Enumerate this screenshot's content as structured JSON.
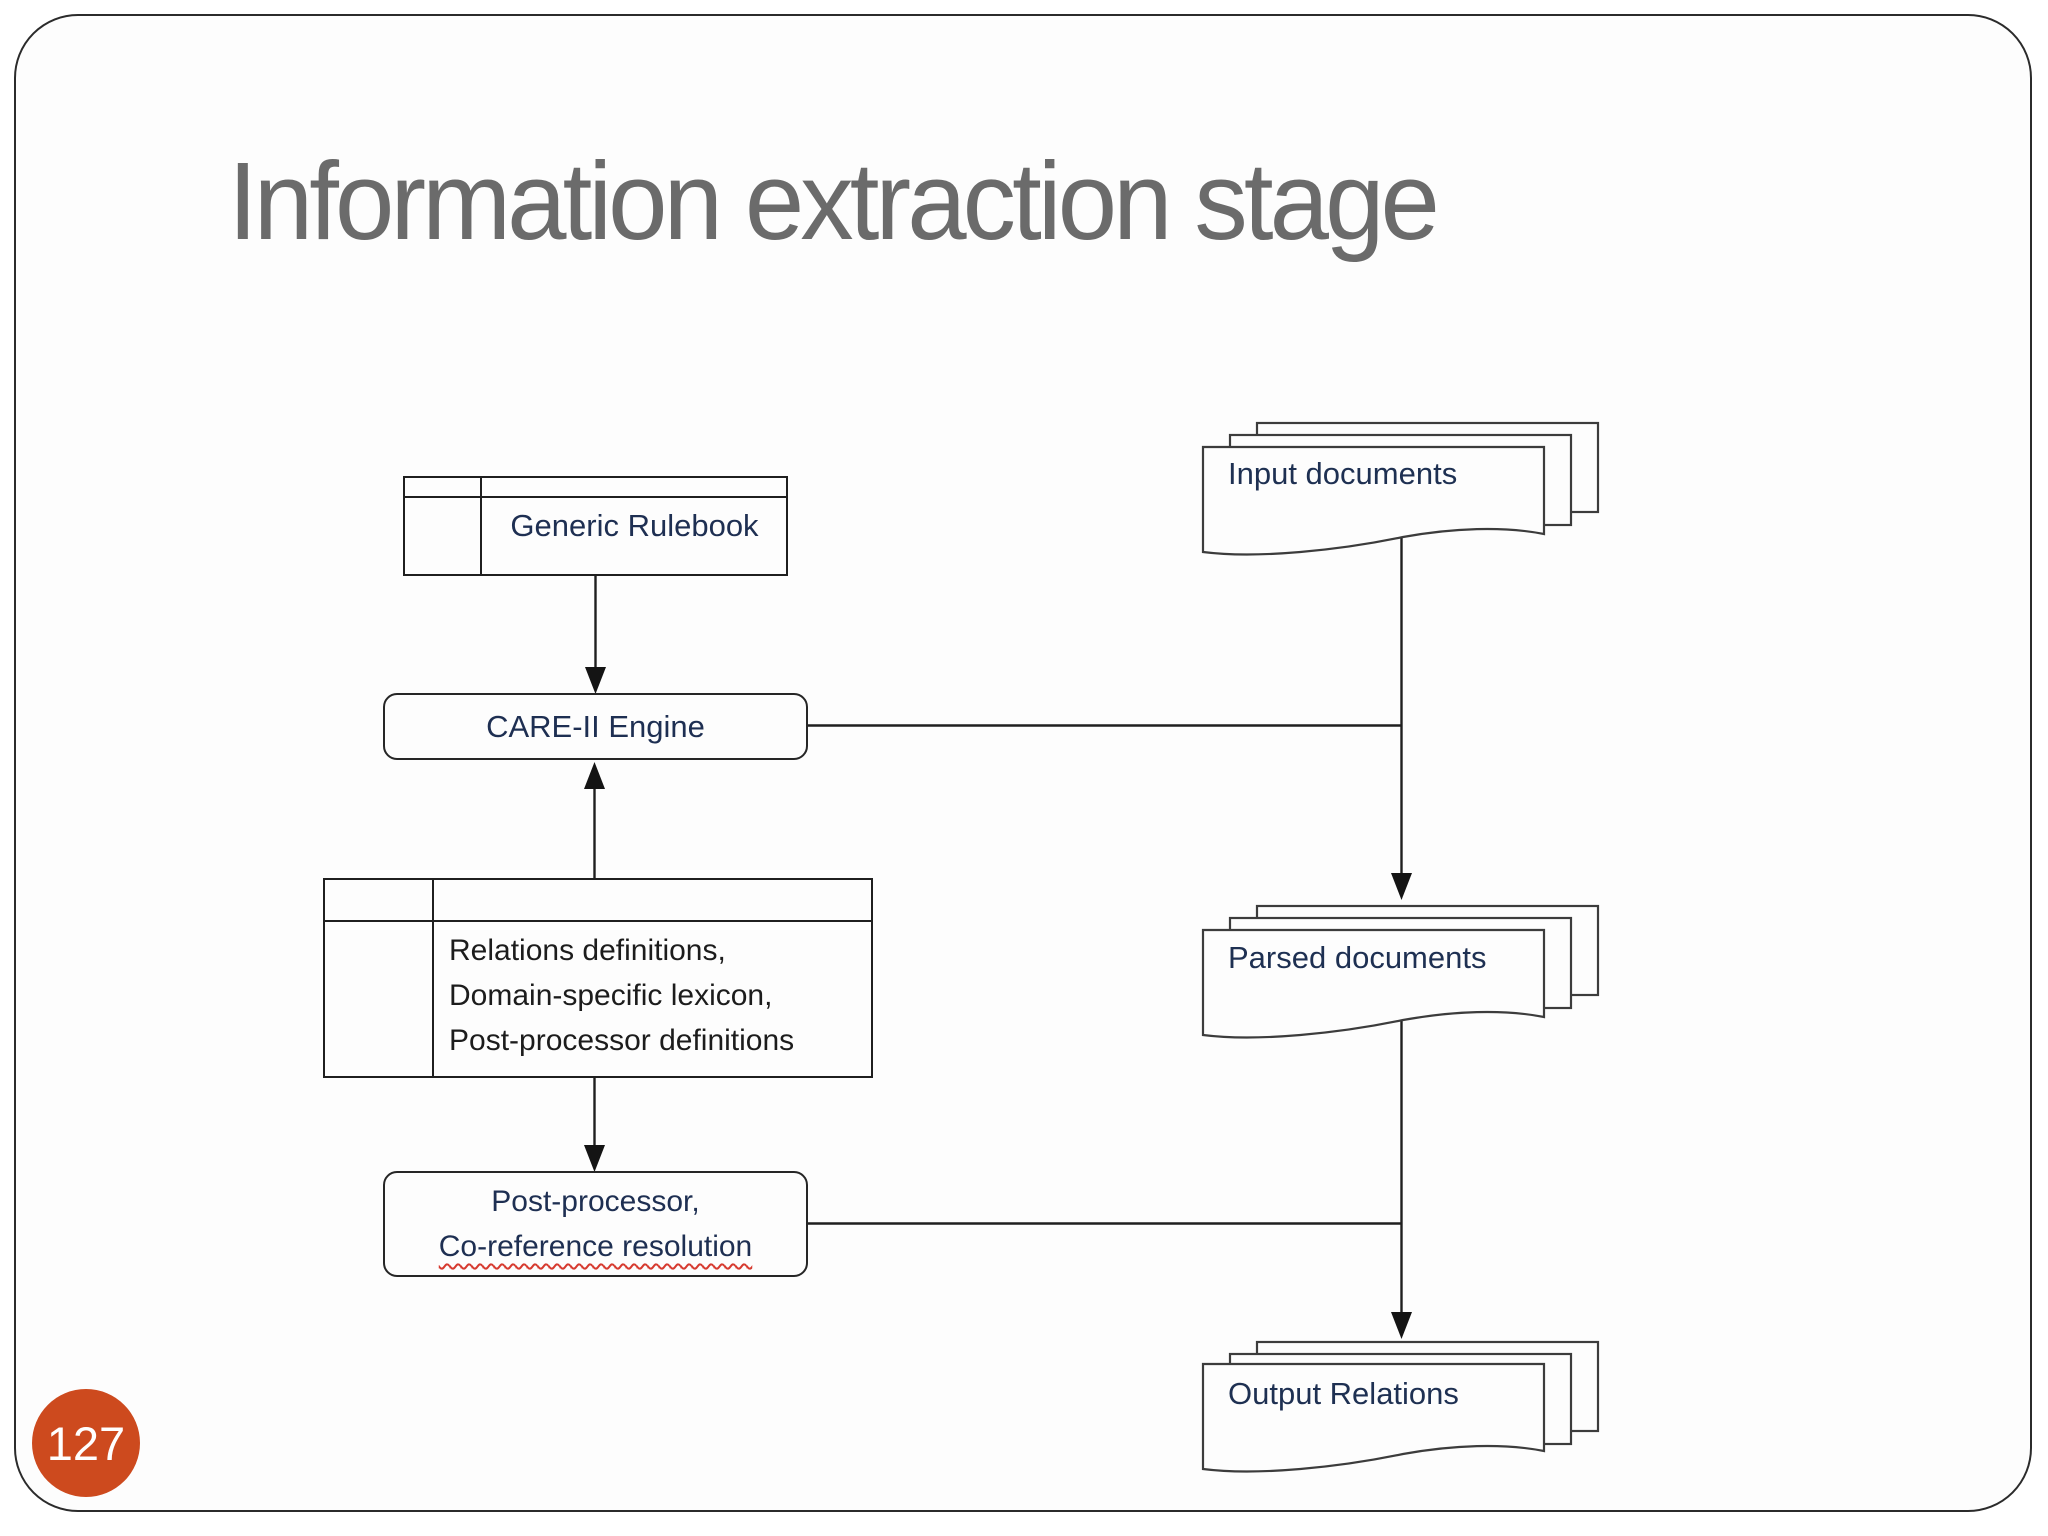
{
  "slide": {
    "title": "Information extraction stage",
    "page_number": "127",
    "colors": {
      "title_gray": "#6b6b6b",
      "page_badge_orange": "#cd4a1e",
      "diagram_text_navy": "#1e3052",
      "line_black": "#1f1f1f"
    }
  },
  "diagram": {
    "rulebook": {
      "label": "Generic Rulebook"
    },
    "engine": {
      "label": "CARE-II Engine"
    },
    "definitions": {
      "lines": [
        "Relations definitions,",
        "Domain-specific lexicon,",
        "Post-processor definitions"
      ]
    },
    "postprocessor": {
      "line1": "Post-processor,",
      "line2": "Co-reference resolution"
    },
    "documents": [
      {
        "label": "Input documents"
      },
      {
        "label": "Parsed documents"
      },
      {
        "label": "Output Relations"
      }
    ]
  }
}
